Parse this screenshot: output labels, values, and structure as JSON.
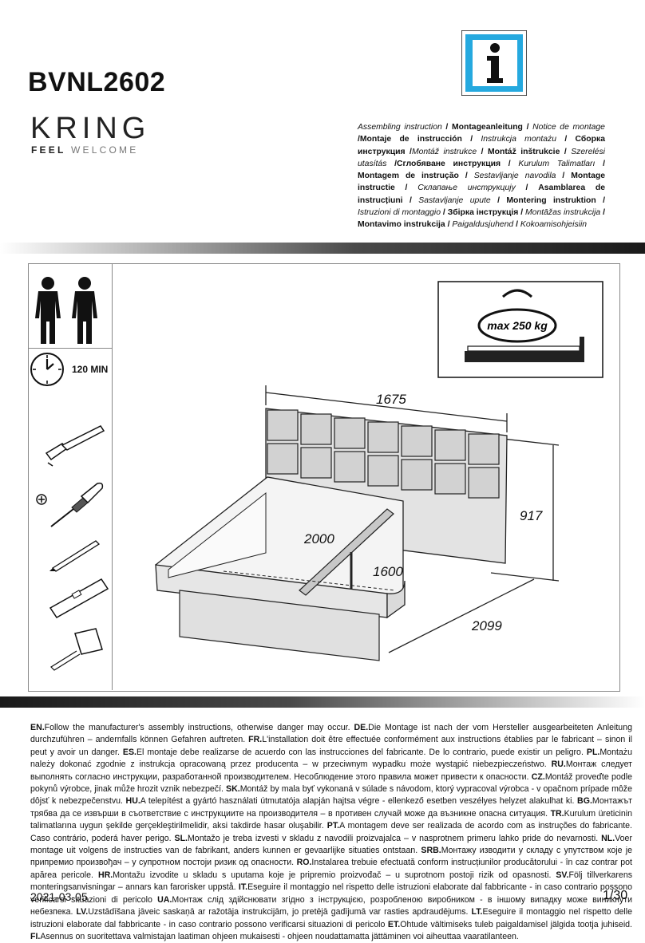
{
  "header": {
    "model": "BVNL2602",
    "brand": "KRING",
    "tagline_bold": "FEEL",
    "tagline_light": "WELCOME",
    "title_segments": [
      {
        "t": "Assembling instruction",
        "b": false
      },
      {
        "t": " / ",
        "b": true
      },
      {
        "t": "Montageanleitung",
        "b": true
      },
      {
        "t": " / ",
        "b": true
      },
      {
        "t": "Notice de montage",
        "b": false
      },
      {
        "t": " /",
        "b": true
      },
      {
        "t": "Montaje de instrucción",
        "b": true
      },
      {
        "t": " / ",
        "b": true
      },
      {
        "t": "Instrukcja montażu",
        "b": false
      },
      {
        "t": " / ",
        "b": true
      },
      {
        "t": "Сборка инструкция",
        "b": true
      },
      {
        "t": " /",
        "b": true
      },
      {
        "t": "Montáž instrukce",
        "b": false
      },
      {
        "t": " / ",
        "b": true
      },
      {
        "t": "Montáž inštrukcie",
        "b": true
      },
      {
        "t": " / ",
        "b": true
      },
      {
        "t": "Szerelési utasítás",
        "b": false
      },
      {
        "t": " /",
        "b": true
      },
      {
        "t": "Сглобяване инструкция",
        "b": true
      },
      {
        "t": " / ",
        "b": true
      },
      {
        "t": "Kurulum Talimatları",
        "b": false
      },
      {
        "t": " / ",
        "b": true
      },
      {
        "t": "Montagem de instrução",
        "b": true
      },
      {
        "t": " / ",
        "b": true
      },
      {
        "t": "Sestavljanje navodila",
        "b": false
      },
      {
        "t": " / ",
        "b": true
      },
      {
        "t": "Montage instructie",
        "b": true
      },
      {
        "t": " / ",
        "b": true
      },
      {
        "t": "Склапање инструкцију",
        "b": false
      },
      {
        "t": " / ",
        "b": true
      },
      {
        "t": "Asamblarea de instrucțiuni",
        "b": true
      },
      {
        "t": " / ",
        "b": true
      },
      {
        "t": "Sastavljanje upute",
        "b": false
      },
      {
        "t": " / ",
        "b": true
      },
      {
        "t": "Montering instruktion",
        "b": true
      },
      {
        "t": " / ",
        "b": true
      },
      {
        "t": "Istruzioni di montaggio",
        "b": false
      },
      {
        "t": " / ",
        "b": true
      },
      {
        "t": "Збірка інструкція",
        "b": true
      },
      {
        "t": " / ",
        "b": true
      },
      {
        "t": "Montāžas instrukcija",
        "b": false
      },
      {
        "t": " / ",
        "b": true
      },
      {
        "t": "Montavimo instrukcija",
        "b": true
      },
      {
        "t": " / ",
        "b": true
      },
      {
        "t": "Paigaldusjuhend",
        "b": false
      },
      {
        "t": " / ",
        "b": true
      },
      {
        "t": "Kokoamisohjeisiin",
        "b": false
      }
    ]
  },
  "requirements": {
    "time": "120 MIN",
    "max_load": "max 250 kg"
  },
  "dimensions": {
    "width_total": "1675",
    "height": "917",
    "length_inner": "2000",
    "width_inner": "1600",
    "length_total": "2099"
  },
  "legal_segments": [
    {
      "t": "EN.",
      "b": true
    },
    {
      "t": "Follow the manufacturer's assembly instructions, otherwise danger may occur. ",
      "b": false
    },
    {
      "t": "DE.",
      "b": true
    },
    {
      "t": "Die Montage ist nach der vom Hersteller ausgearbeiteten Anleitung durchzuführen – andernfalls können Gefahren auftreten. ",
      "b": false
    },
    {
      "t": "FR.",
      "b": true
    },
    {
      "t": "L'installation doit être effectuée conformément aux instructions établies par le fabricant – sinon il peut y avoir un danger. ",
      "b": false
    },
    {
      "t": "ES.",
      "b": true
    },
    {
      "t": "El montaje debe realizarse de acuerdo con las instrucciones del fabricante. De lo contrario, puede existir un peligro. ",
      "b": false
    },
    {
      "t": "PL.",
      "b": true
    },
    {
      "t": "Montażu należy dokonać zgodnie z instrukcja opracowaną przez producenta – w przeciwnym wypadku może wystąpić niebezpieczeństwo. ",
      "b": false
    },
    {
      "t": "RU.",
      "b": true
    },
    {
      "t": "Монтаж следует выполнять согласно инструкции, разработанной производителем. Несоблюдение этого правила может привести к опасности. ",
      "b": false
    },
    {
      "t": "CZ.",
      "b": true
    },
    {
      "t": "Montáž proveďte podle pokynů výrobce, jinak může hrozit vznik nebezpečí. ",
      "b": false
    },
    {
      "t": "SK.",
      "b": true
    },
    {
      "t": "Montáž by mala byť vykonaná v súlade s návodom, ktorý vypracoval výrobca - v opačnom prípade môže dôjsť k nebezpečenstvu. ",
      "b": false
    },
    {
      "t": "HU.",
      "b": true
    },
    {
      "t": "A telepítést a gyártó használati útmutatója alapján hajtsa végre - ellenkező esetben veszélyes helyzet alakulhat ki. ",
      "b": false
    },
    {
      "t": "BG.",
      "b": true
    },
    {
      "t": "Монтажът трябва да се извърши в съответствие с инструкциите на производителя – в противен случай може да възникне опасна ситуация. ",
      "b": false
    },
    {
      "t": "TR.",
      "b": true
    },
    {
      "t": "Kurulum üreticinin talimatlarına uygun şekilde gerçekleştirilmelidir, aksi takdirde hasar oluşabilir. ",
      "b": false
    },
    {
      "t": "PT.",
      "b": true
    },
    {
      "t": "A montagem deve ser realizada de acordo com as instruções do fabricante. Caso contrário, poderá haver perigo. ",
      "b": false
    },
    {
      "t": "SL.",
      "b": true
    },
    {
      "t": "Montažo je treba izvesti v skladu z navodili proizvajalca – v nasprotnem primeru lahko pride do nevarnosti. ",
      "b": false
    },
    {
      "t": "NL.",
      "b": true
    },
    {
      "t": "Voer montage uit volgens de instructies van de fabrikant, anders kunnen er gevaarlijke situaties ontstaan. ",
      "b": false
    },
    {
      "t": "SRB.",
      "b": true
    },
    {
      "t": "Монтажу изводити у складу с упутством које је припремио произвођач – у супротном постоји ризик од опасности. ",
      "b": false
    },
    {
      "t": "RO.",
      "b": true
    },
    {
      "t": "Instalarea trebuie efectuată conform instrucțiunilor producătorului - în caz contrar pot apărea pericole. ",
      "b": false
    },
    {
      "t": "HR.",
      "b": true
    },
    {
      "t": "Montažu izvodite u skladu s uputama koje je pripremio proizvođač – u suprotnom postoji rizik od opasnosti. ",
      "b": false
    },
    {
      "t": "SV.",
      "b": true
    },
    {
      "t": "Följ tillverkarens monteringsanvisningar – annars kan farorisker uppstå. ",
      "b": false
    },
    {
      "t": "IT.",
      "b": true
    },
    {
      "t": "Eseguire il montaggio nel rispetto delle istruzioni elaborate dal fabbricante - in caso contrario possono verificarsi situazioni di pericolo ",
      "b": false
    },
    {
      "t": "UA.",
      "b": true
    },
    {
      "t": "Монтаж слід здійснювати згідно з інструкцією, розробленою виробником - в іншому випадку може виникнути небезпека. ",
      "b": false
    },
    {
      "t": "LV.",
      "b": true
    },
    {
      "t": "Uzstādīšana jāveic saskaņā ar ražotāja instrukcijām, jo pretējā gadījumā var rasties apdraudējums. ",
      "b": false
    },
    {
      "t": "LT.",
      "b": true
    },
    {
      "t": "Eseguire il montaggio nel rispetto delle istruzioni elaborate dal fabbricante - in caso contrario possono verificarsi situazioni di pericolo ",
      "b": false
    },
    {
      "t": "ET.",
      "b": true
    },
    {
      "t": "Ohtude vältimiseks tuleb paigaldamisel jälgida tootja juhiseid. ",
      "b": false
    },
    {
      "t": "FI.",
      "b": true
    },
    {
      "t": "Asennus on suoritettava valmistajan laatiman ohjeen mukaisesti - ohjeen noudattamatta jättäminen voi aiheuttaa vaaratilanteen.",
      "b": false
    }
  ],
  "footer": {
    "date": "2021-03-05",
    "page": "1/30"
  }
}
